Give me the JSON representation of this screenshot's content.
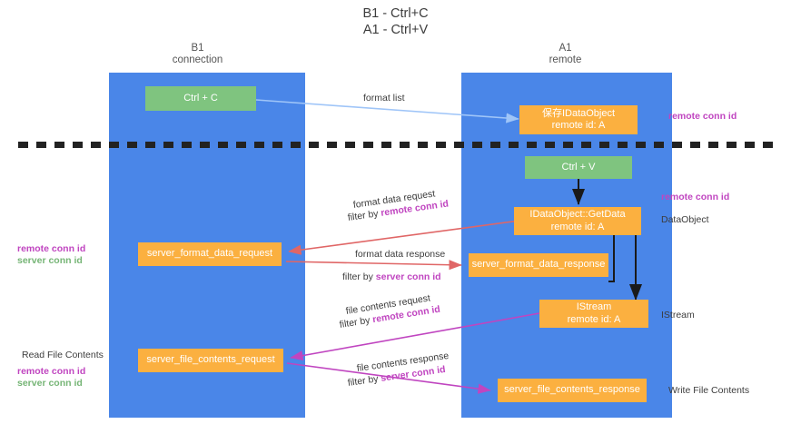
{
  "title": {
    "line1": "B1 - Ctrl+C",
    "line2": "A1 - Ctrl+V"
  },
  "columns": [
    {
      "id": "b1",
      "name": "B1",
      "role": "connection"
    },
    {
      "id": "a1",
      "name": "A1",
      "role": "remote"
    }
  ],
  "nodes": {
    "ctrl_c": {
      "label": "Ctrl + C",
      "color": "#7fc47f"
    },
    "save_dataobject": {
      "line1": "保存IDataObject",
      "line2": "remote id: A",
      "color": "#fbb040"
    },
    "ctrl_v": {
      "label": "Ctrl + V",
      "color": "#7fc47f"
    },
    "getdata": {
      "line1": "IDataObject::GetData",
      "line2": "remote id: A",
      "color": "#fbb040"
    },
    "server_format_data_request": {
      "label": "server_format_data_request",
      "color": "#fbb040"
    },
    "server_format_data_response": {
      "label": "server_format_data_response",
      "color": "#fbb040"
    },
    "istream": {
      "line1": "IStream",
      "line2": "remote id: A",
      "color": "#fbb040"
    },
    "server_file_contents_request": {
      "label": "server_file_contents_request",
      "color": "#fbb040"
    },
    "server_file_contents_response": {
      "label": "server_file_contents_response",
      "color": "#fbb040"
    }
  },
  "edges": {
    "format_list": {
      "label": "format list",
      "color": "#9fc5f8"
    },
    "format_data_request": {
      "label": "format data request",
      "filter_prefix": "filter by ",
      "filter_key": "remote conn id",
      "color": "#e06666"
    },
    "format_data_response": {
      "label": "format data response",
      "filter_prefix": "filter by ",
      "filter_key": "server conn id",
      "color": "#e06666"
    },
    "file_contents_request": {
      "label": "file contents request",
      "filter_prefix": "filter by ",
      "filter_key": "remote conn id",
      "color": "#c045c0"
    },
    "file_contents_response": {
      "label": "file contents response",
      "filter_prefix": "filter by ",
      "filter_key": "server conn id",
      "color": "#c045c0"
    }
  },
  "annotations": {
    "right_top_remote_conn_id": "remote conn id",
    "right_mid_remote_conn_id": "remote conn id",
    "right_dataobject": "DataObject",
    "right_istream": "IStream",
    "right_write_file_contents": "Write File Contents",
    "left_read_file_contents": "Read File Contents",
    "left_remote_conn_id": "remote conn id",
    "left_server_conn_id": "server conn id",
    "left_low_remote_conn_id": "remote conn id",
    "left_low_server_conn_id": "server conn id"
  },
  "colors": {
    "lane": "#4a86e8",
    "green_node": "#7fc47f",
    "orange_node": "#fbb040",
    "purple_text": "#c045c0",
    "green_text": "#76b576",
    "red_arrow": "#e06666",
    "blue_arrow": "#9fc5f8",
    "magenta_arrow": "#c045c0",
    "divider": "#222222",
    "background": "#ffffff"
  }
}
